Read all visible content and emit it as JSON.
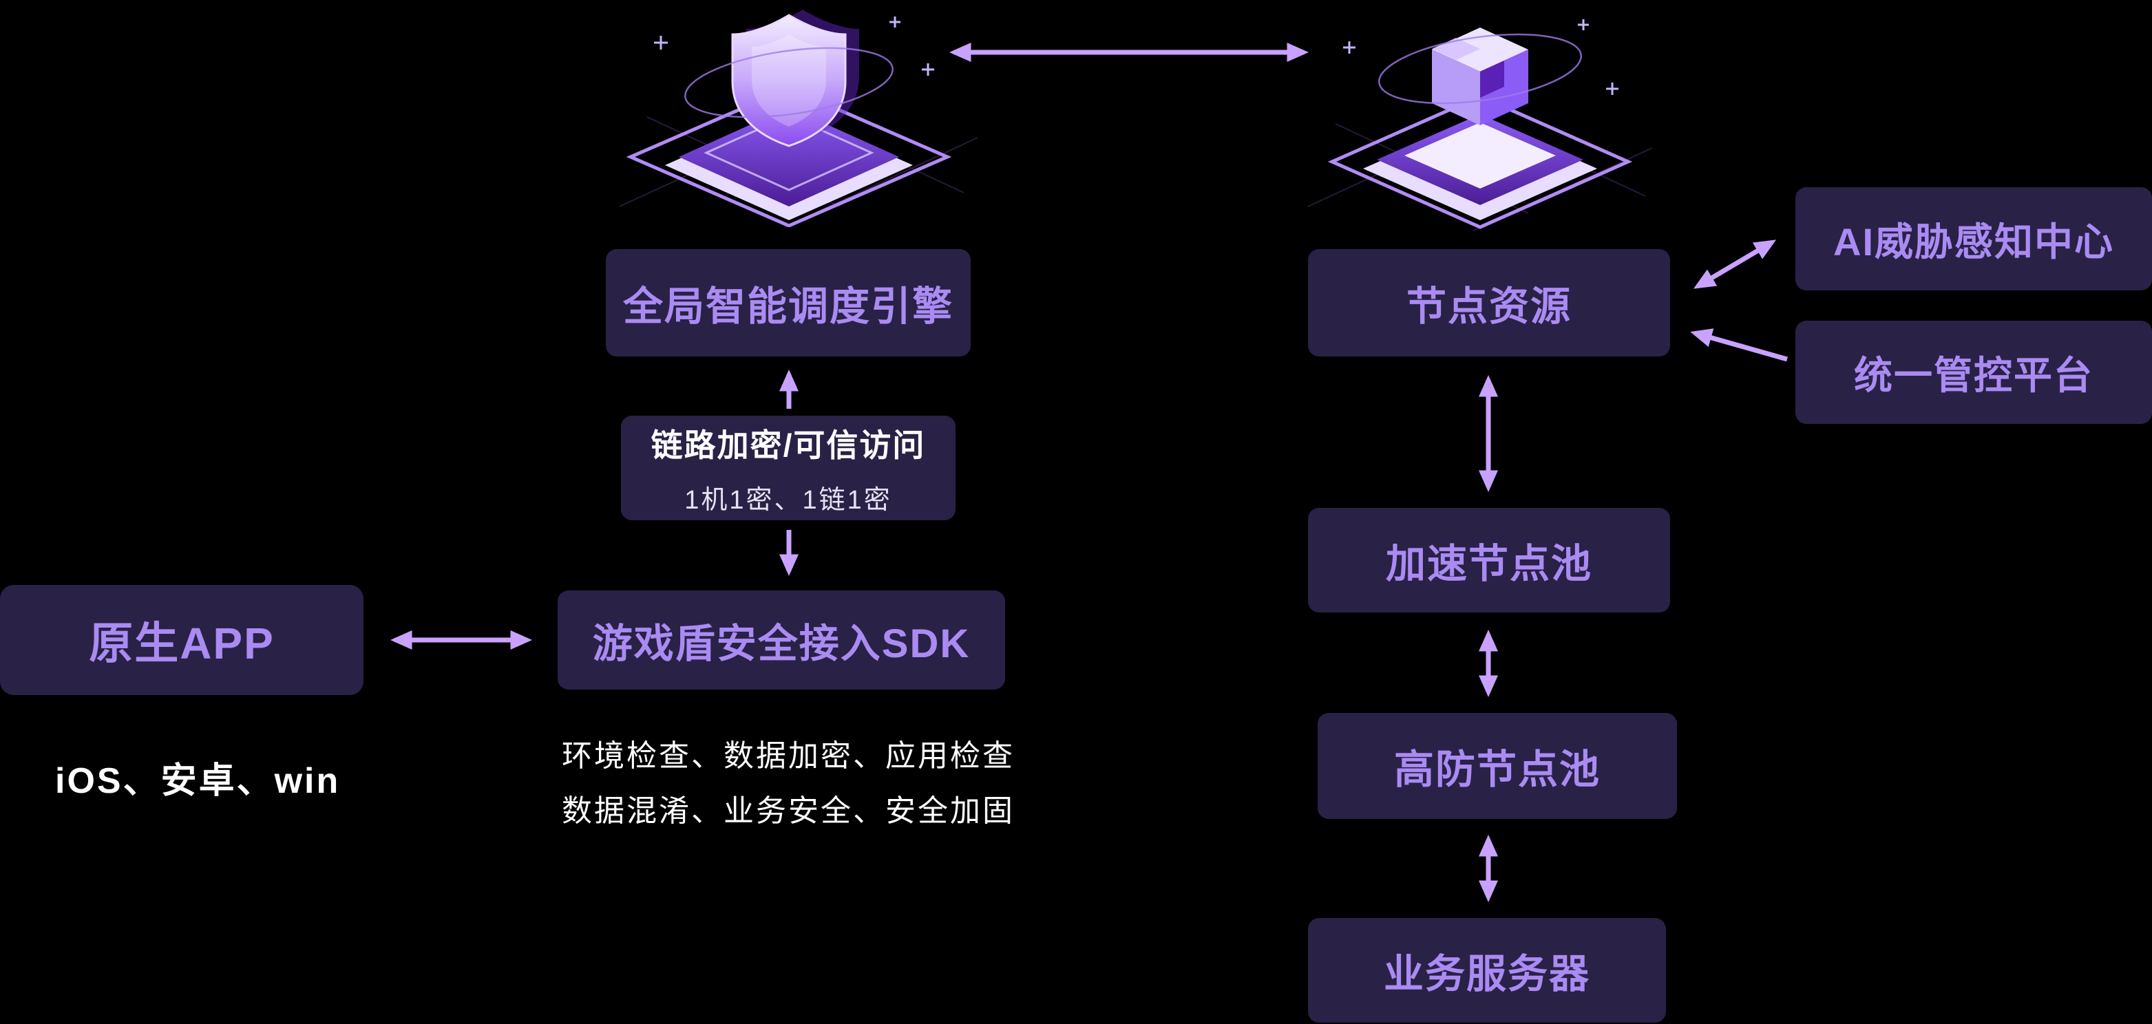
{
  "page": {
    "background": "#000000"
  },
  "palette": {
    "box_bg": "#2a2147",
    "box_text": "#aa8bf2",
    "arrow": "#c9a2ff",
    "caption_text": "#ffffff",
    "illustration_accent": "#8b5cf6",
    "illustration_light": "#e8ddff"
  },
  "illustrations": {
    "shield": "3d-shield-on-isometric-platform",
    "cube": "3d-cube-on-isometric-platform"
  },
  "nodes": {
    "scheduler": {
      "label": "全局智能调度引擎"
    },
    "node_resource": {
      "label": "节点资源"
    },
    "ai_threat_center": {
      "label": "AI威胁感知中心"
    },
    "unified_control": {
      "label": "统一管控平台"
    },
    "link_encryption": {
      "title": "链路加密/可信访问",
      "subtitle": "1机1密、1链1密"
    },
    "sdk": {
      "label": "游戏盾安全接入SDK"
    },
    "native_app": {
      "label": "原生APP"
    },
    "accel_node_pool": {
      "label": "加速节点池"
    },
    "high_defense_pool": {
      "label": "高防节点池"
    },
    "business_server": {
      "label": "业务服务器"
    }
  },
  "captions": {
    "native_app_platforms": "iOS、安卓、win",
    "sdk_capabilities_line1": "环境检查、数据加密、应用检查",
    "sdk_capabilities_line2": "数据混淆、业务安全、安全加固"
  }
}
